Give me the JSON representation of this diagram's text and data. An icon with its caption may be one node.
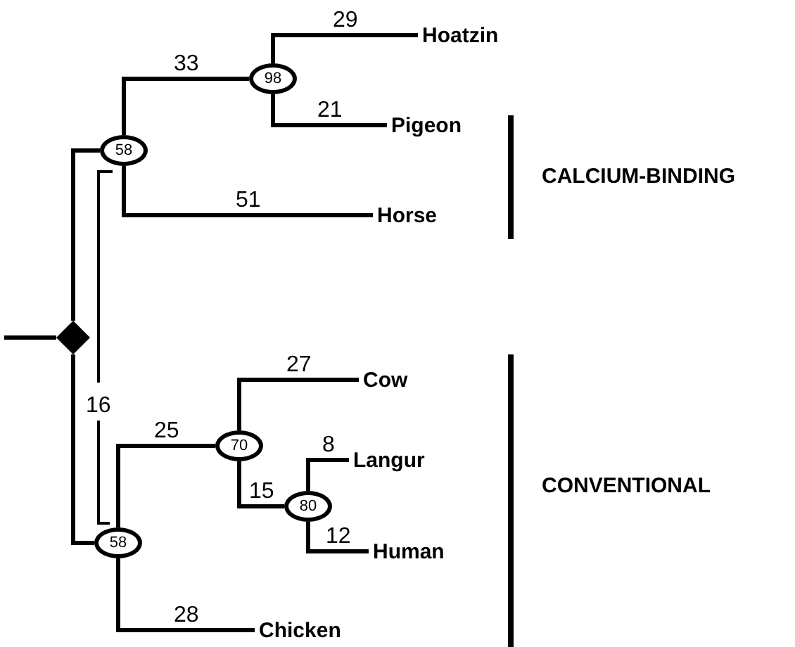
{
  "diagram": {
    "nodes": [
      {
        "text": [],
        "shape": "diamond"
      },
      {
        "text": [
          "58"
        ]
      },
      {
        "text": [
          "98"
        ]
      },
      {
        "text": [
          "Hoatzin"
        ]
      },
      {
        "text": [
          "Pigeon"
        ]
      },
      {
        "text": [
          "Horse"
        ]
      },
      {
        "text": [
          "58"
        ]
      },
      {
        "text": [
          "70"
        ]
      },
      {
        "text": [
          "Cow"
        ]
      },
      {
        "text": [
          "80"
        ]
      },
      {
        "text": [
          "Langur"
        ]
      },
      {
        "text": [
          "Human"
        ]
      },
      {
        "text": [
          "Chicken"
        ]
      }
    ],
    "edges": [
      {
        "from": null,
        "to": 0,
        "arrow": "none"
      },
      {
        "from": 0,
        "to": 1,
        "arrow": "none"
      },
      {
        "from": 0,
        "to": 6,
        "arrow": "none"
      },
      {
        "from": 1,
        "to": 2,
        "arrow": "none",
        "label": "33"
      },
      {
        "from": 2,
        "to": 3,
        "arrow": "none",
        "label": "29"
      },
      {
        "from": 2,
        "to": 4,
        "arrow": "none",
        "label": "21"
      },
      {
        "from": 1,
        "to": 5,
        "arrow": "none",
        "label": "51"
      },
      {
        "from": 6,
        "to": 7,
        "arrow": "none",
        "label": "25"
      },
      {
        "from": 7,
        "to": 8,
        "arrow": "none",
        "label": "27"
      },
      {
        "from": 7,
        "to": 9,
        "arrow": "none",
        "label": "15"
      },
      {
        "from": 9,
        "to": 10,
        "arrow": "none",
        "label": "8"
      },
      {
        "from": 9,
        "to": 11,
        "arrow": "none",
        "label": "12"
      },
      {
        "from": 6,
        "to": 12,
        "arrow": "none",
        "label": "28"
      }
    ],
    "labels": [
      "16",
      "CALCIUM-BINDING",
      "CONVENTIONAL"
    ]
  }
}
